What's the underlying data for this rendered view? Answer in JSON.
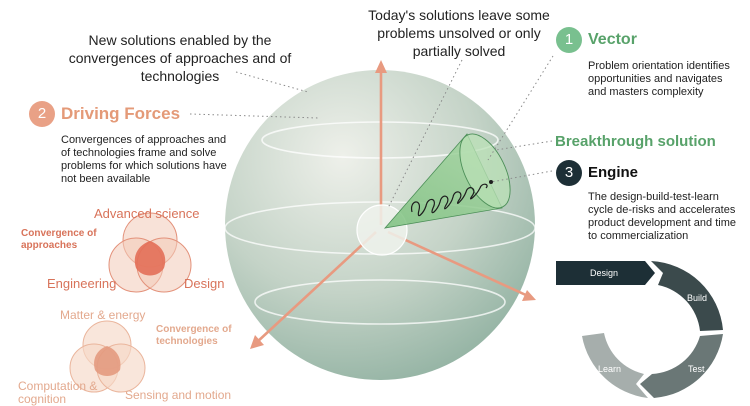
{
  "top_left_note": "New solutions enabled by the convergences of approaches and of technologies",
  "top_center_note": "Today's solutions leave some problems unsolved or only partially solved",
  "vector": {
    "number": "1",
    "title": "Vector",
    "description": "Problem orientation identifies opportunities and navigates and masters complexity"
  },
  "driving_forces": {
    "number": "2",
    "title": "Driving Forces",
    "description": "Convergences of approaches and of technologies frame and solve problems for which solutions have not been available"
  },
  "breakthrough": {
    "title": "Breakthrough solution"
  },
  "engine": {
    "number": "3",
    "title": "Engine",
    "description": "The design-build-test-learn cycle de-risks and accelerates product development and time to commercialization"
  },
  "convergence_approaches": {
    "label": "Convergence of approaches",
    "items": [
      "Advanced science",
      "Engineering",
      "Design"
    ]
  },
  "convergence_technologies": {
    "label": "Convergence of technologies",
    "items": [
      "Matter & energy",
      "Computation & cognition",
      "Sensing and motion"
    ]
  },
  "cycle": {
    "steps": [
      "Design",
      "Build",
      "Test",
      "Learn"
    ]
  },
  "colors": {
    "orange": "#e49a78",
    "green": "#58a26a",
    "dark": "#1f2f35"
  }
}
